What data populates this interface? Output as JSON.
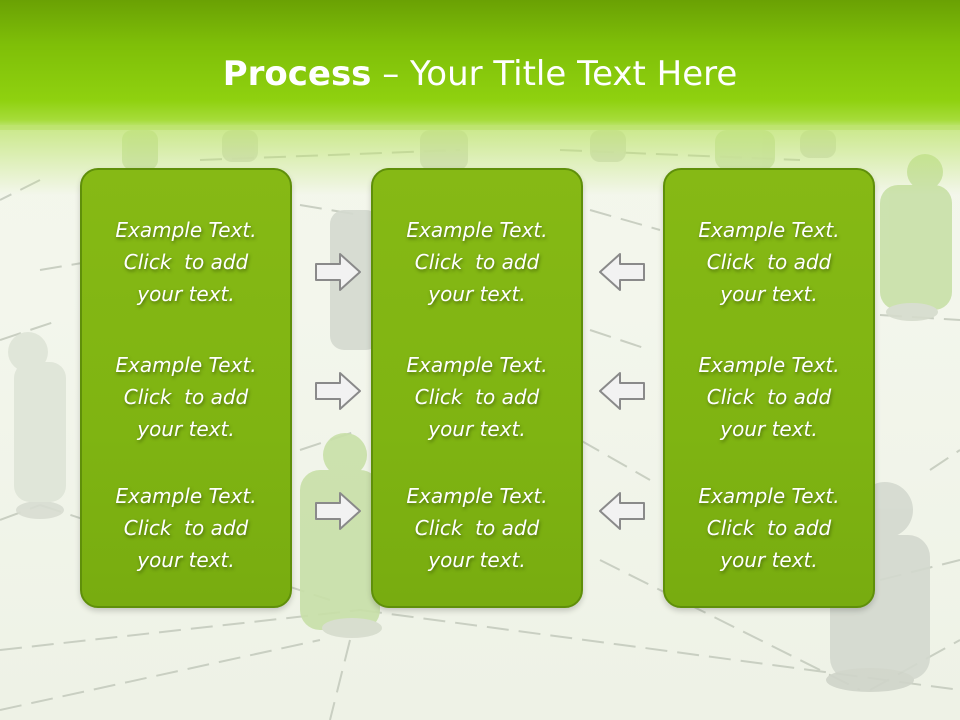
{
  "slide": {
    "title_bold": "Process",
    "title_rest": " – Your Title Text Here"
  },
  "columns": [
    {
      "items": [
        "Example Text.\nClick  to add\nyour text.",
        "Example Text.\nClick  to add\nyour text.",
        "Example Text.\nClick  to add\nyour text."
      ]
    },
    {
      "items": [
        "Example Text.\nClick  to add\nyour text.",
        "Example Text.\nClick  to add\nyour text.",
        "Example Text.\nClick  to add\nyour text."
      ]
    },
    {
      "items": [
        "Example Text.\nClick  to add\nyour text.",
        "Example Text.\nClick  to add\nyour text.",
        "Example Text.\nClick  to add\nyour text."
      ]
    }
  ],
  "colors": {
    "header": "#7fbf08",
    "panel": "#7fb412",
    "panel_border": "#5f8f0a",
    "arrow_fill": "#f2f2f2",
    "arrow_stroke": "#8a8a8a"
  },
  "icons": {
    "right_arrows": "arrow-right-icon",
    "left_arrows": "arrow-left-icon",
    "background": "people-network-illustration"
  }
}
